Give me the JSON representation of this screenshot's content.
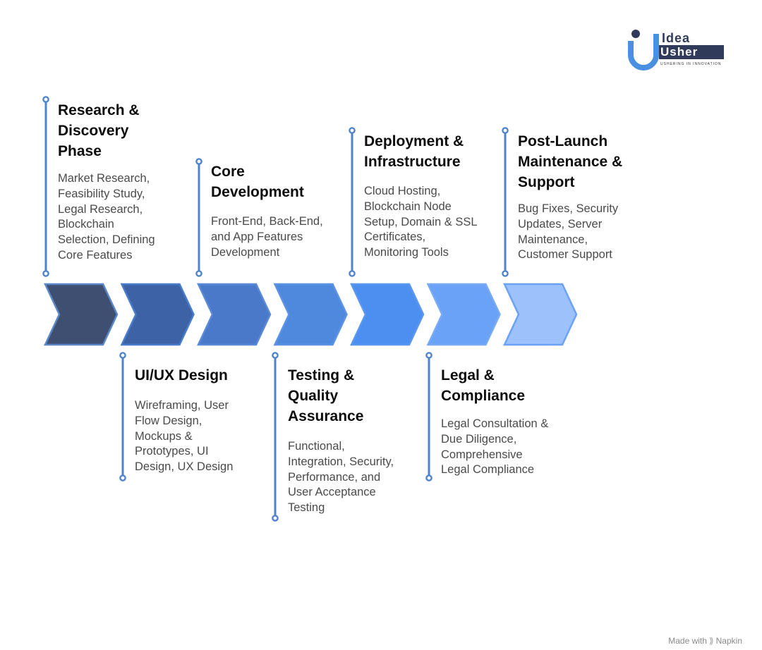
{
  "logo": {
    "line1": "Idea",
    "line2": "Usher",
    "tagline": "USHERING IN INNOVATION"
  },
  "colors": {
    "line": "#4f83cc",
    "dot": "#4f83cc",
    "chevrons": [
      "#3f4f72",
      "#3d63a6",
      "#4a79c9",
      "#4f89dd",
      "#4d8ff0",
      "#6aa2f7",
      "#9cc1fb"
    ],
    "chevron_stroke": [
      "#5b86c7",
      "#4a7ccd",
      "#5a8ad7",
      "#5c93e4",
      "#5a97f1",
      "#78aaf5",
      "#6aa2f7"
    ]
  },
  "stages": [
    {
      "title": "Research & Discovery Phase",
      "title_lines": [
        "Research &",
        "Discovery",
        "Phase"
      ],
      "desc_lines": [
        "Market Research,",
        "Feasibility Study,",
        "Legal Research,",
        "Blockchain",
        "Selection, Defining",
        "Core Features"
      ]
    },
    {
      "title": "UI/UX Design",
      "title_lines": [
        "UI/UX Design"
      ],
      "desc_lines": [
        "Wireframing, User",
        "Flow Design,",
        "Mockups &",
        "Prototypes, UI",
        "Design, UX Design"
      ]
    },
    {
      "title": "Core Development",
      "title_lines": [
        "Core",
        "Development"
      ],
      "desc_lines": [
        "Front-End, Back-End,",
        "and App Features",
        "Development"
      ]
    },
    {
      "title": "Testing & Quality Assurance",
      "title_lines": [
        "Testing &",
        "Quality",
        "Assurance"
      ],
      "desc_lines": [
        "Functional,",
        "Integration, Security,",
        "Performance, and",
        "User Acceptance",
        "Testing"
      ]
    },
    {
      "title": "Deployment & Infrastructure",
      "title_lines": [
        "Deployment &",
        "Infrastructure"
      ],
      "desc_lines": [
        "Cloud Hosting,",
        "Blockchain Node",
        "Setup, Domain & SSL",
        "Certificates,",
        "Monitoring Tools"
      ]
    },
    {
      "title": "Legal & Compliance",
      "title_lines": [
        "Legal &",
        "Compliance"
      ],
      "desc_lines": [
        "Legal Consultation &",
        "Due Diligence,",
        "Comprehensive",
        "Legal Compliance"
      ]
    },
    {
      "title": "Post-Launch Maintenance & Support",
      "title_lines": [
        "Post-Launch",
        "Maintenance &",
        "Support"
      ],
      "desc_lines": [
        "Bug Fixes, Security",
        "Updates, Server",
        "Maintenance,",
        "Customer Support"
      ]
    }
  ],
  "footer": {
    "made_with": "Made with",
    "brand": "Napkin"
  }
}
